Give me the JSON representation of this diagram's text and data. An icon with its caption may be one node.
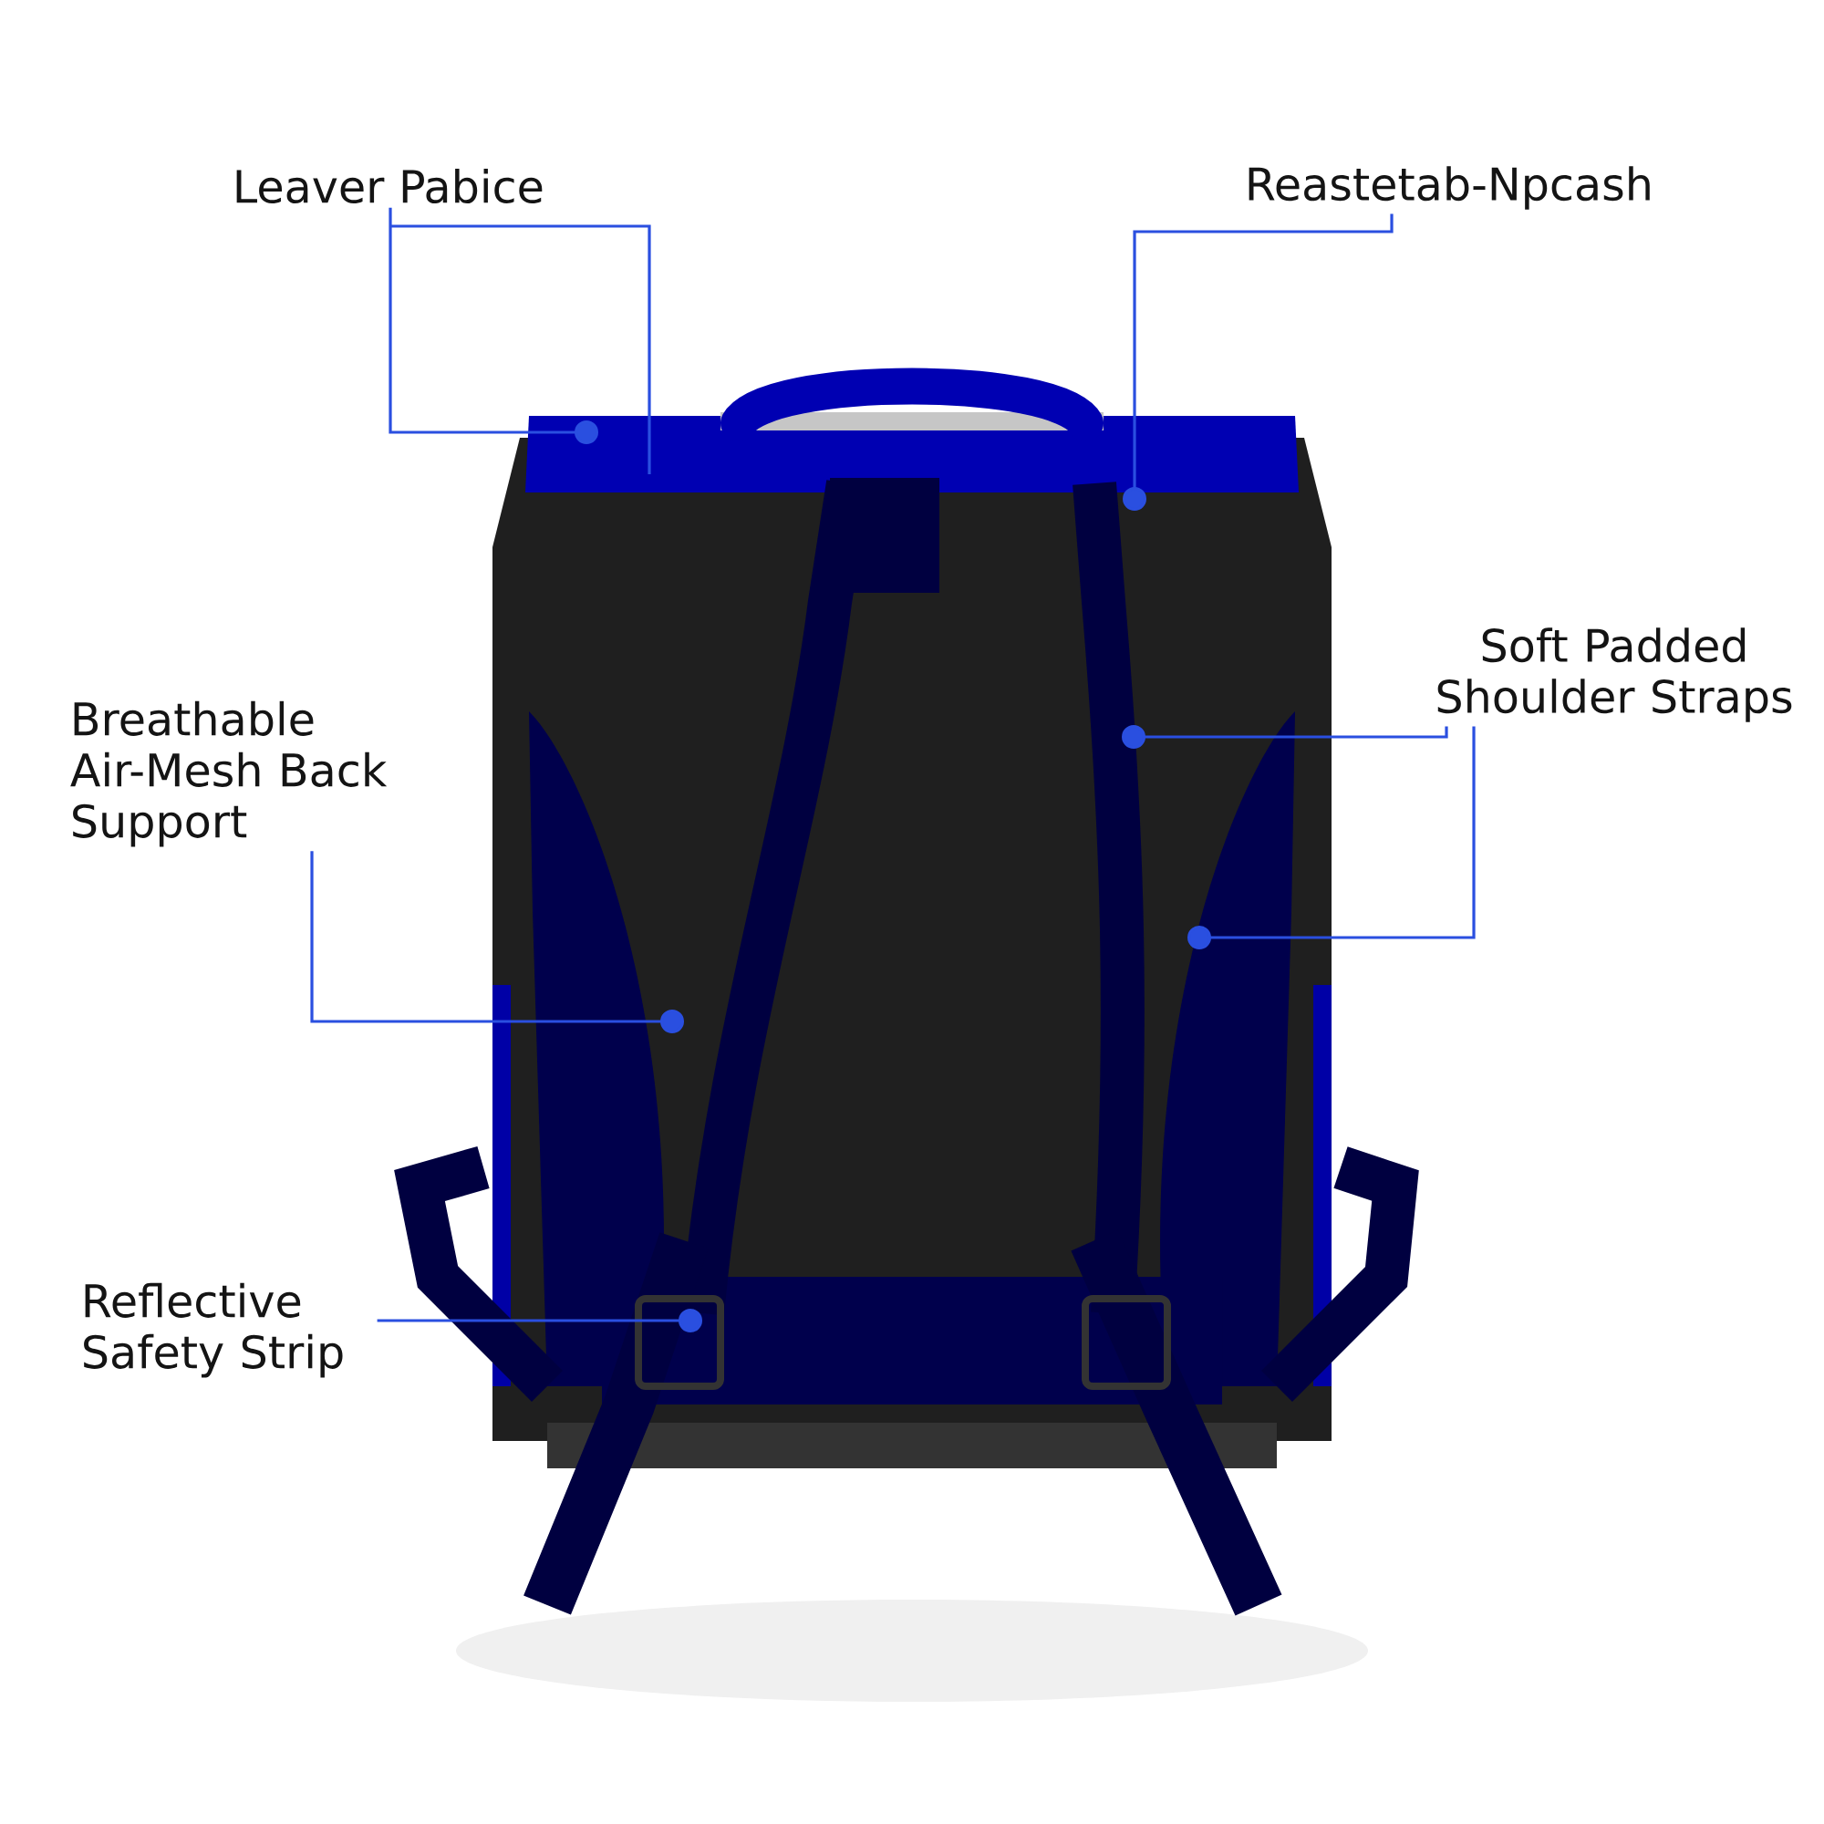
{
  "diagram": {
    "nodes": [
      {
        "text": [
          "Leaver Pabice"
        ]
      },
      {
        "text": [
          "Reastetab-Npcash"
        ]
      },
      {
        "text": [
          "Soft Padded Shoulder Straps"
        ]
      },
      {
        "text": [
          "Breathable Air-Mesh Back Support"
        ]
      },
      {
        "text": [
          "Reflective Safety Strip"
        ]
      }
    ],
    "edges": [
      {
        "from": 0,
        "to": null,
        "arrow": "other"
      },
      {
        "from": 1,
        "to": null,
        "arrow": "other"
      },
      {
        "from": 2,
        "to": null,
        "arrow": "other"
      },
      {
        "from": 2,
        "to": null,
        "arrow": "other"
      },
      {
        "from": 3,
        "to": null,
        "arrow": "other"
      },
      {
        "from": 4,
        "to": null,
        "arrow": "other"
      }
    ]
  }
}
